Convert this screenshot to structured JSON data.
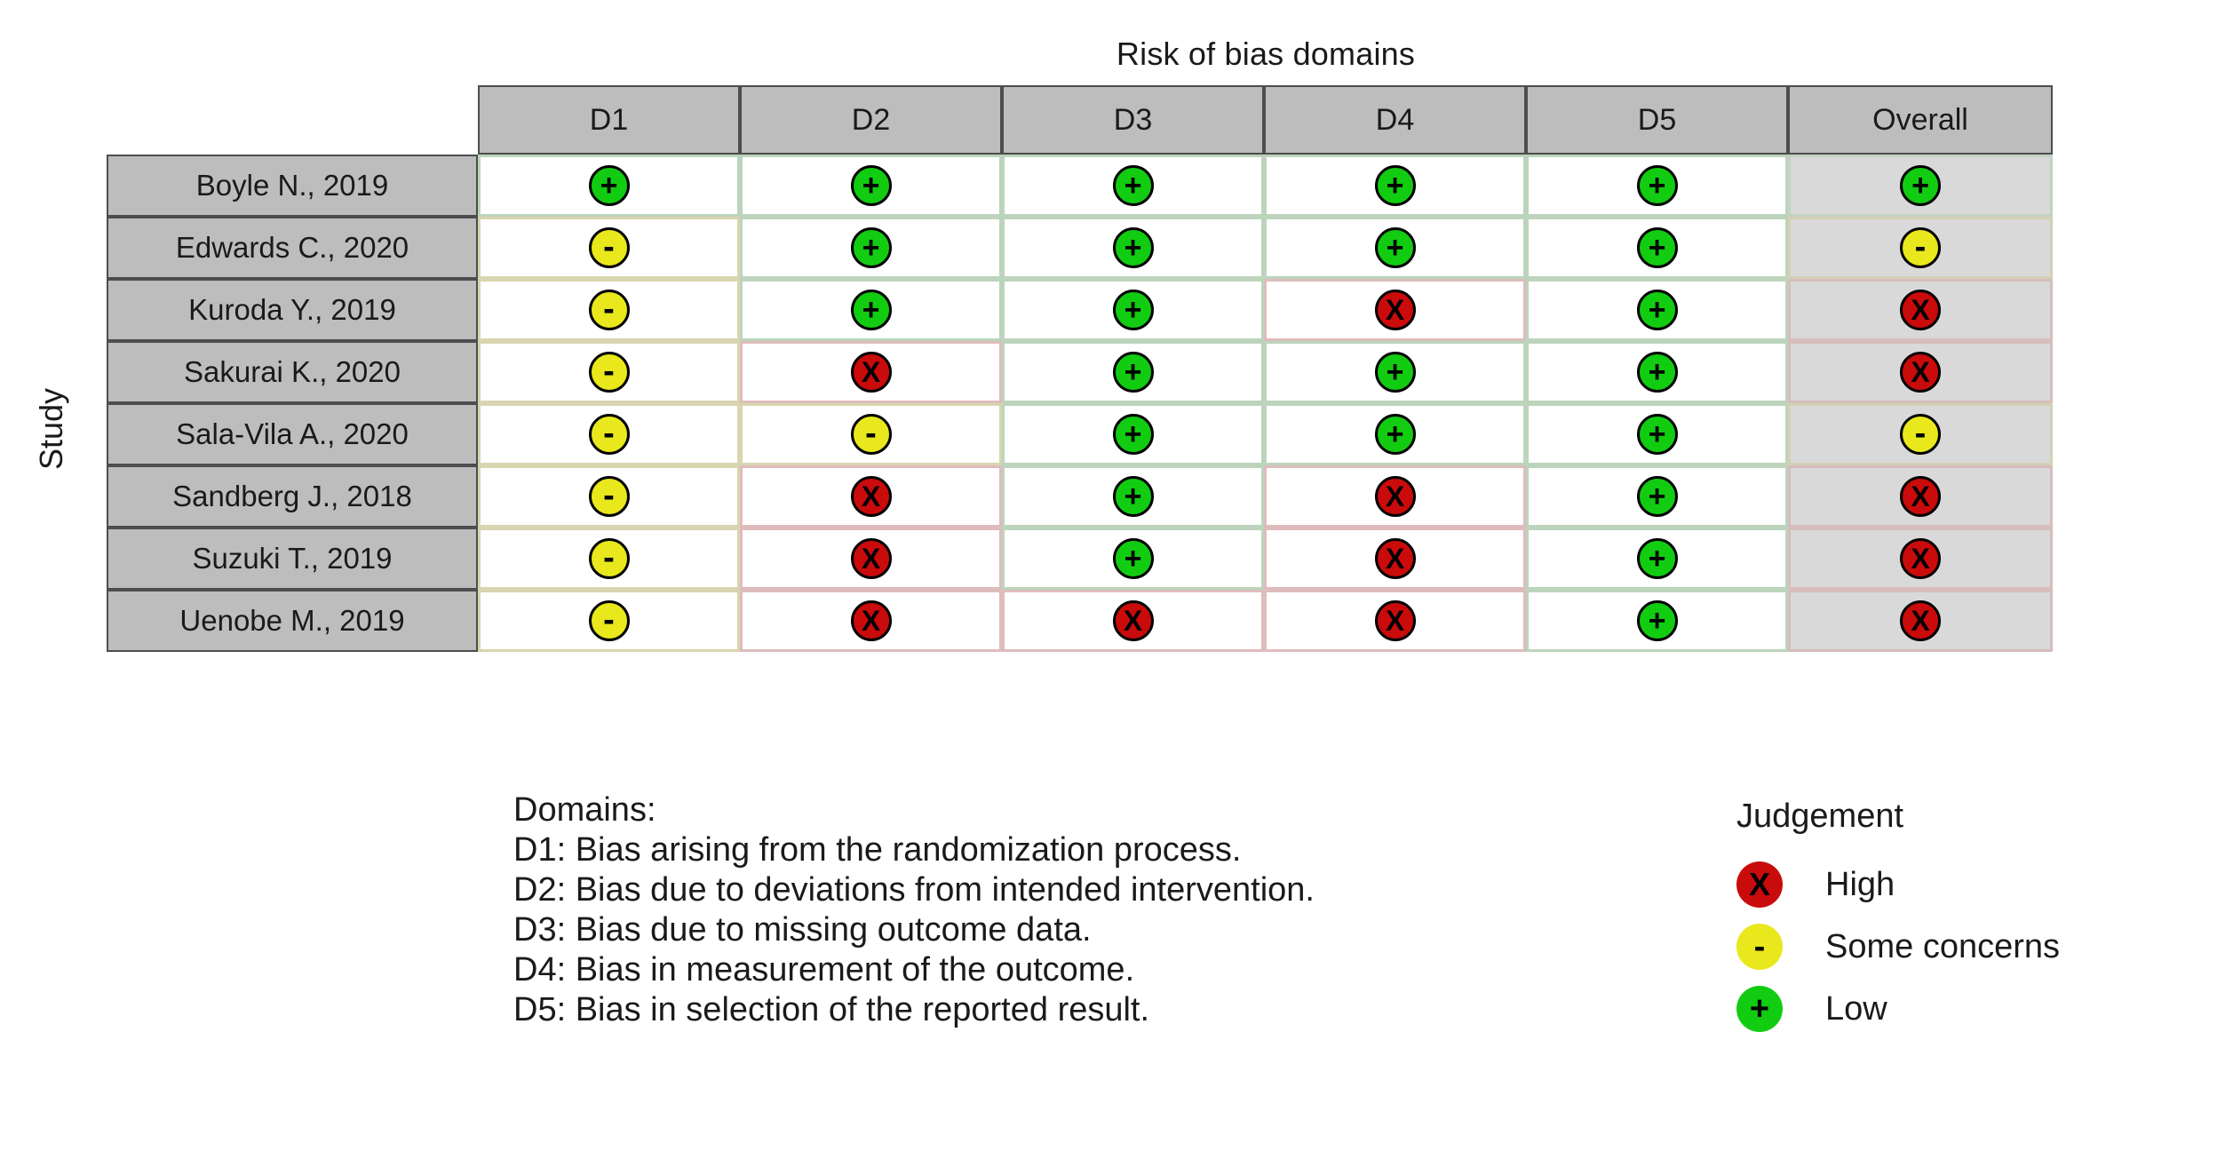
{
  "title": "Risk of bias domains",
  "axis": {
    "y_label": "Study"
  },
  "columns": [
    "D1",
    "D2",
    "D3",
    "D4",
    "D5",
    "Overall"
  ],
  "judgement_legend": {
    "title": "Judgement",
    "items": [
      {
        "key": "high",
        "symbol": "X",
        "label": "High",
        "color": "#ca0b0b"
      },
      {
        "key": "some",
        "symbol": "-",
        "label": "Some concerns",
        "color": "#e8e81c"
      },
      {
        "key": "low",
        "symbol": "+",
        "label": "Low",
        "color": "#12cc12"
      }
    ]
  },
  "domains_legend": {
    "heading": "Domains:",
    "lines": [
      "D1: Bias arising from the randomization process.",
      "D2: Bias due to deviations from intended intervention.",
      "D3: Bias due to missing outcome data.",
      "D4: Bias in measurement of the outcome.",
      "D5: Bias in selection of the reported result."
    ]
  },
  "chart_data": {
    "type": "table",
    "title": "Risk of bias domains",
    "xlabel": "",
    "ylabel": "Study",
    "categories": [
      "D1",
      "D2",
      "D3",
      "D4",
      "D5",
      "Overall"
    ],
    "rows": [
      {
        "study": "Boyle N., 2019",
        "judgements": [
          "low",
          "low",
          "low",
          "low",
          "low",
          "low"
        ]
      },
      {
        "study": "Edwards C., 2020",
        "judgements": [
          "some",
          "low",
          "low",
          "low",
          "low",
          "some"
        ]
      },
      {
        "study": "Kuroda Y., 2019",
        "judgements": [
          "some",
          "low",
          "low",
          "high",
          "low",
          "high"
        ]
      },
      {
        "study": "Sakurai K., 2020",
        "judgements": [
          "some",
          "high",
          "low",
          "low",
          "low",
          "high"
        ]
      },
      {
        "study": "Sala-Vila A., 2020",
        "judgements": [
          "some",
          "some",
          "low",
          "low",
          "low",
          "some"
        ]
      },
      {
        "study": "Sandberg J., 2018",
        "judgements": [
          "some",
          "high",
          "low",
          "high",
          "low",
          "high"
        ]
      },
      {
        "study": "Suzuki T., 2019",
        "judgements": [
          "some",
          "high",
          "low",
          "high",
          "low",
          "high"
        ]
      },
      {
        "study": "Uenobe M., 2019",
        "judgements": [
          "some",
          "high",
          "high",
          "high",
          "low",
          "high"
        ]
      }
    ],
    "symbols": {
      "low": "+",
      "some": "-",
      "high": "X"
    },
    "colors": {
      "low": "#12cc12",
      "some": "#e8e81c",
      "high": "#ca0b0b"
    }
  }
}
